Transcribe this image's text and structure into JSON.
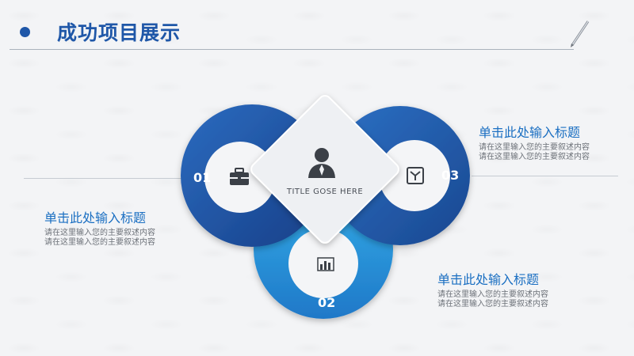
{
  "header": {
    "title": "成功项目展示"
  },
  "center": {
    "label": "TITLE GOSE HERE"
  },
  "items": [
    {
      "number": "01",
      "icon": "briefcase-icon",
      "title": "单击此处输入标题",
      "line1": "请在这里输入您的主要叙述内容",
      "line2": "请在这里输入您的主要叙述内容"
    },
    {
      "number": "02",
      "icon": "bar-chart-icon",
      "title": "单击此处输入标题",
      "line1": "请在这里输入您的主要叙述内容",
      "line2": "请在这里输入您的主要叙述内容"
    },
    {
      "number": "03",
      "icon": "clock-icon",
      "title": "单击此处输入标题",
      "line1": "请在这里输入您的主要叙述内容",
      "line2": "请在这里输入您的主要叙述内容"
    }
  ],
  "colors": {
    "title": "#1f57a8",
    "ring_dark": "#1f57a8",
    "ring_mid": "#2a7fd0",
    "ring_light": "#2aa3e0",
    "heading": "#1b6fc2"
  }
}
